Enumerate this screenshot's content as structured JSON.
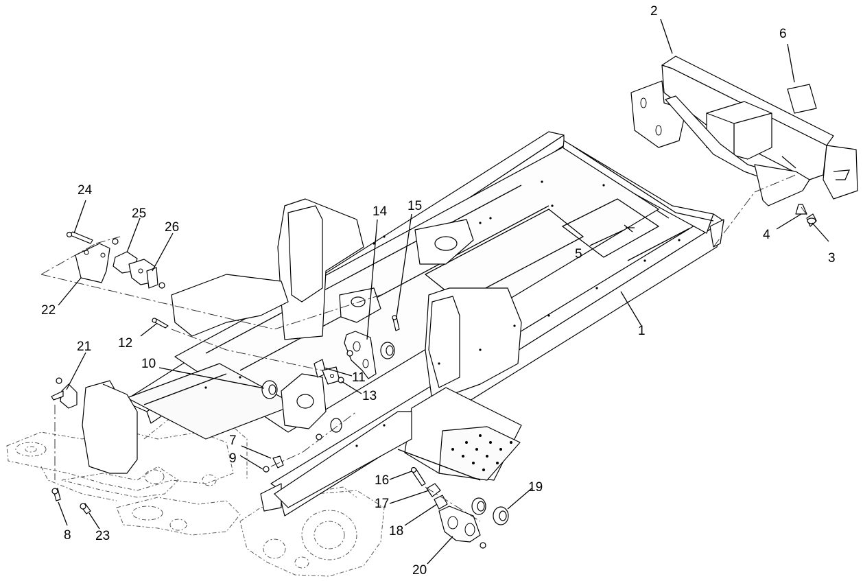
{
  "callouts": [
    "1",
    "2",
    "3",
    "4",
    "5",
    "6",
    "7",
    "8",
    "9",
    "10",
    "11",
    "12",
    "13",
    "14",
    "15",
    "16",
    "17",
    "18",
    "19",
    "20",
    "21",
    "22",
    "23",
    "24",
    "25",
    "26"
  ]
}
